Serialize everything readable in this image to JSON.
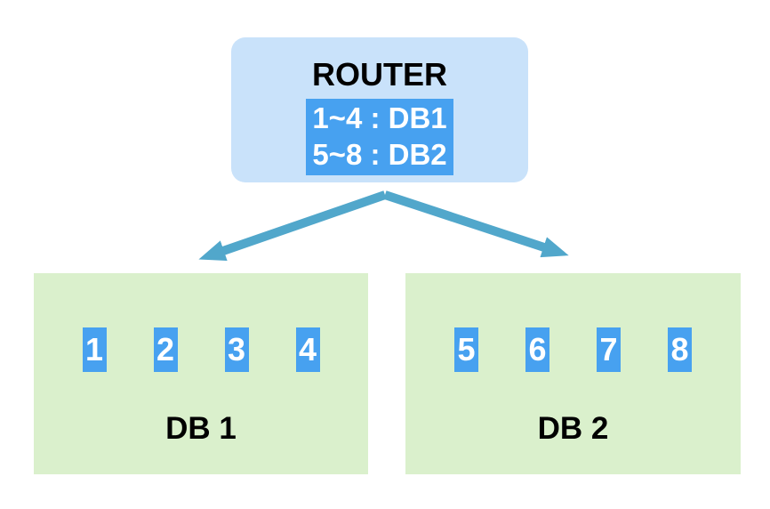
{
  "diagram": {
    "router": {
      "title": "ROUTER",
      "rules": [
        "1~4 : DB1",
        "5~8 : DB2"
      ]
    },
    "databases": [
      {
        "label": "DB 1",
        "shards": [
          "1",
          "2",
          "3",
          "4"
        ]
      },
      {
        "label": "DB 2",
        "shards": [
          "5",
          "6",
          "7",
          "8"
        ]
      }
    ],
    "colors": {
      "router_fill": "#C9E2FA",
      "rule_highlight_blue": "#47A1F0",
      "rule_text": "#FFFFFF",
      "arrow_blue": "#51A7CB",
      "db_fill": "#DAF0CC",
      "label_text": "#000000"
    }
  }
}
